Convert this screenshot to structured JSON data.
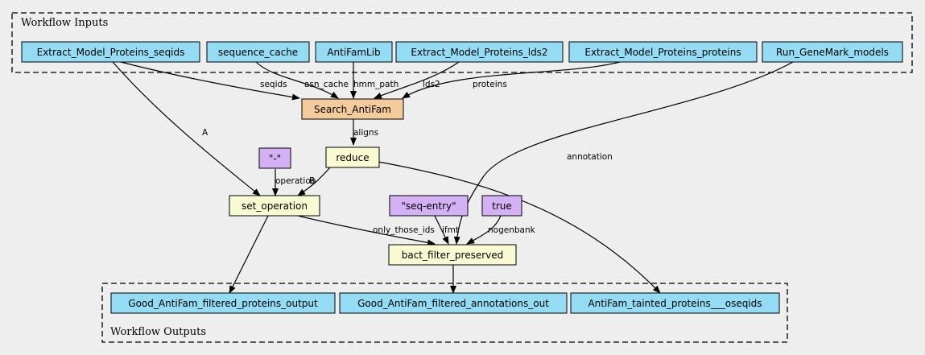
{
  "colors": {
    "background": "#eeeeee",
    "input_output": "#94dcf3",
    "step_search": "#f4cc9b",
    "step": "#fafad2",
    "constant": "#d4b0f4",
    "border": "#000000"
  },
  "clusters": {
    "inputs_label": "Workflow Inputs",
    "outputs_label": "Workflow Outputs"
  },
  "nodes": {
    "extract_seqids": "Extract_Model_Proteins_seqids",
    "sequence_cache": "sequence_cache",
    "antifamlib": "AntiFamLib",
    "extract_lds2": "Extract_Model_Proteins_lds2",
    "extract_proteins": "Extract_Model_Proteins_proteins",
    "run_genemark": "Run_GeneMark_models",
    "search_antifam": "Search_AntiFam",
    "reduce": "reduce",
    "dash_const": "\"-\"",
    "set_operation": "set_operation",
    "seq_entry_const": "\"seq-entry\"",
    "true_const": "true",
    "bact_filter": "bact_filter_preserved",
    "out_proteins": "Good_AntiFam_filtered_proteins_output",
    "out_annotations": "Good_AntiFam_filtered_annotations_out",
    "out_tainted": "AntiFam_tainted_proteins___oseqids"
  },
  "edge_labels": {
    "seqids": "seqids",
    "asn_cache": "asn_cache",
    "hmm_path": "hmm_path",
    "lds2": "lds2",
    "proteins": "proteins",
    "A": "A",
    "aligns": "aligns",
    "annotation": "annotation",
    "operation": "operation",
    "B": "B",
    "only_those_ids": "only_those_ids",
    "ifmt": "ifmt",
    "nogenbank": "nogenbank"
  }
}
